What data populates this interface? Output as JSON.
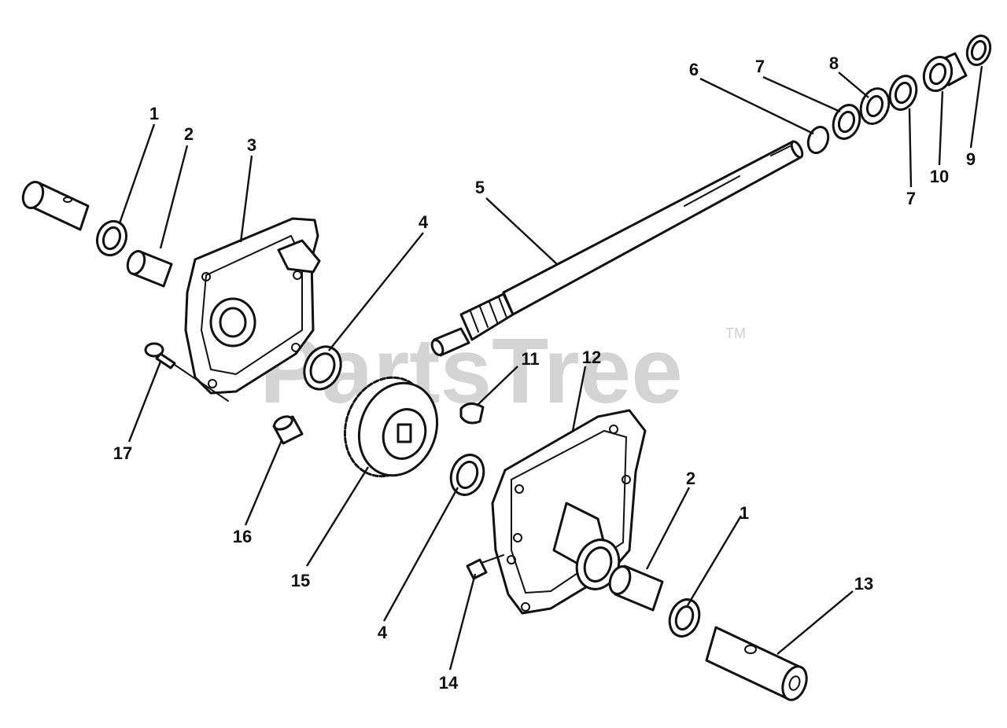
{
  "watermark": {
    "text": "PartsTree",
    "trademark": "TM",
    "color": "#d4d4d4"
  },
  "callouts": [
    {
      "id": "c1a",
      "label": "1"
    },
    {
      "id": "c2a",
      "label": "2"
    },
    {
      "id": "c3",
      "label": "3"
    },
    {
      "id": "c4a",
      "label": "4"
    },
    {
      "id": "c5",
      "label": "5"
    },
    {
      "id": "c6",
      "label": "6"
    },
    {
      "id": "c7a",
      "label": "7"
    },
    {
      "id": "c8",
      "label": "8"
    },
    {
      "id": "c7b",
      "label": "7"
    },
    {
      "id": "c10",
      "label": "10"
    },
    {
      "id": "c9",
      "label": "9"
    },
    {
      "id": "c11",
      "label": "11"
    },
    {
      "id": "c12",
      "label": "12"
    },
    {
      "id": "c17",
      "label": "17"
    },
    {
      "id": "c16",
      "label": "16"
    },
    {
      "id": "c15",
      "label": "15"
    },
    {
      "id": "c4b",
      "label": "4"
    },
    {
      "id": "c14",
      "label": "14"
    },
    {
      "id": "c2b",
      "label": "2"
    },
    {
      "id": "c1b",
      "label": "1"
    },
    {
      "id": "c13",
      "label": "13"
    }
  ]
}
